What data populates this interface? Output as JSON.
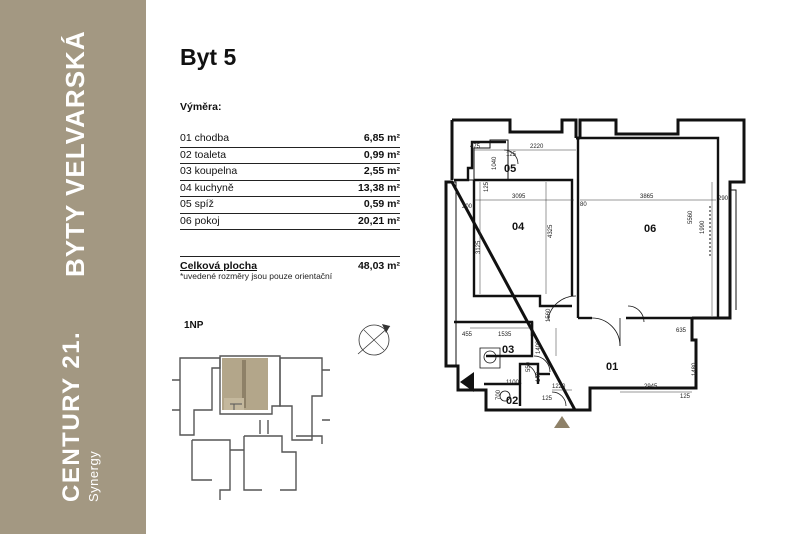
{
  "sidebar": {
    "project": "BYTY VELVARSKÁ",
    "brand": "CENTURY 21.",
    "sub_brand": "Synergy",
    "color": "#a39882"
  },
  "header": {
    "title": "Byt 5"
  },
  "area": {
    "heading": "Výměra:",
    "rooms": [
      {
        "name": "01 chodba",
        "value": "6,85 m²"
      },
      {
        "name": "02 toaleta",
        "value": "0,99 m²"
      },
      {
        "name": "03 koupelna",
        "value": "2,55 m²"
      },
      {
        "name": "04 kuchyně",
        "value": "13,38 m²"
      },
      {
        "name": "05 spíž",
        "value": "0,59 m²"
      },
      {
        "name": "06 pokoj",
        "value": "20,21 m²"
      }
    ],
    "total_label": "Celková plocha",
    "total_value": "48,03 m²",
    "note": "*uvedené rozměry jsou pouze orientační"
  },
  "keyplan": {
    "floor": "1NP",
    "highlight_color": "#b3a68a"
  },
  "plan": {
    "rooms": {
      "r01": "01",
      "r02": "02",
      "r03": "03",
      "r04": "04",
      "r05": "05",
      "r06": "06"
    },
    "dims": {
      "d2220": "2220",
      "d3095": "3095",
      "d3865": "3865",
      "d200": "200",
      "d80": "80",
      "d290": "290",
      "d4325": "4325",
      "d3125": "3125",
      "d5560": "5560",
      "d1990": "1990",
      "d475": "475",
      "d1040": "1040",
      "d125a": "125",
      "d125b": "125",
      "d1560": "1560",
      "d635": "635",
      "d455": "455",
      "d1535": "1535",
      "d1400": "1400",
      "d550": "550",
      "d140": "140",
      "d1100": "1100",
      "d700": "700",
      "d1220": "1220",
      "d2945": "2945",
      "d1480": "1480",
      "d125c": "125",
      "d125d": "125"
    }
  }
}
